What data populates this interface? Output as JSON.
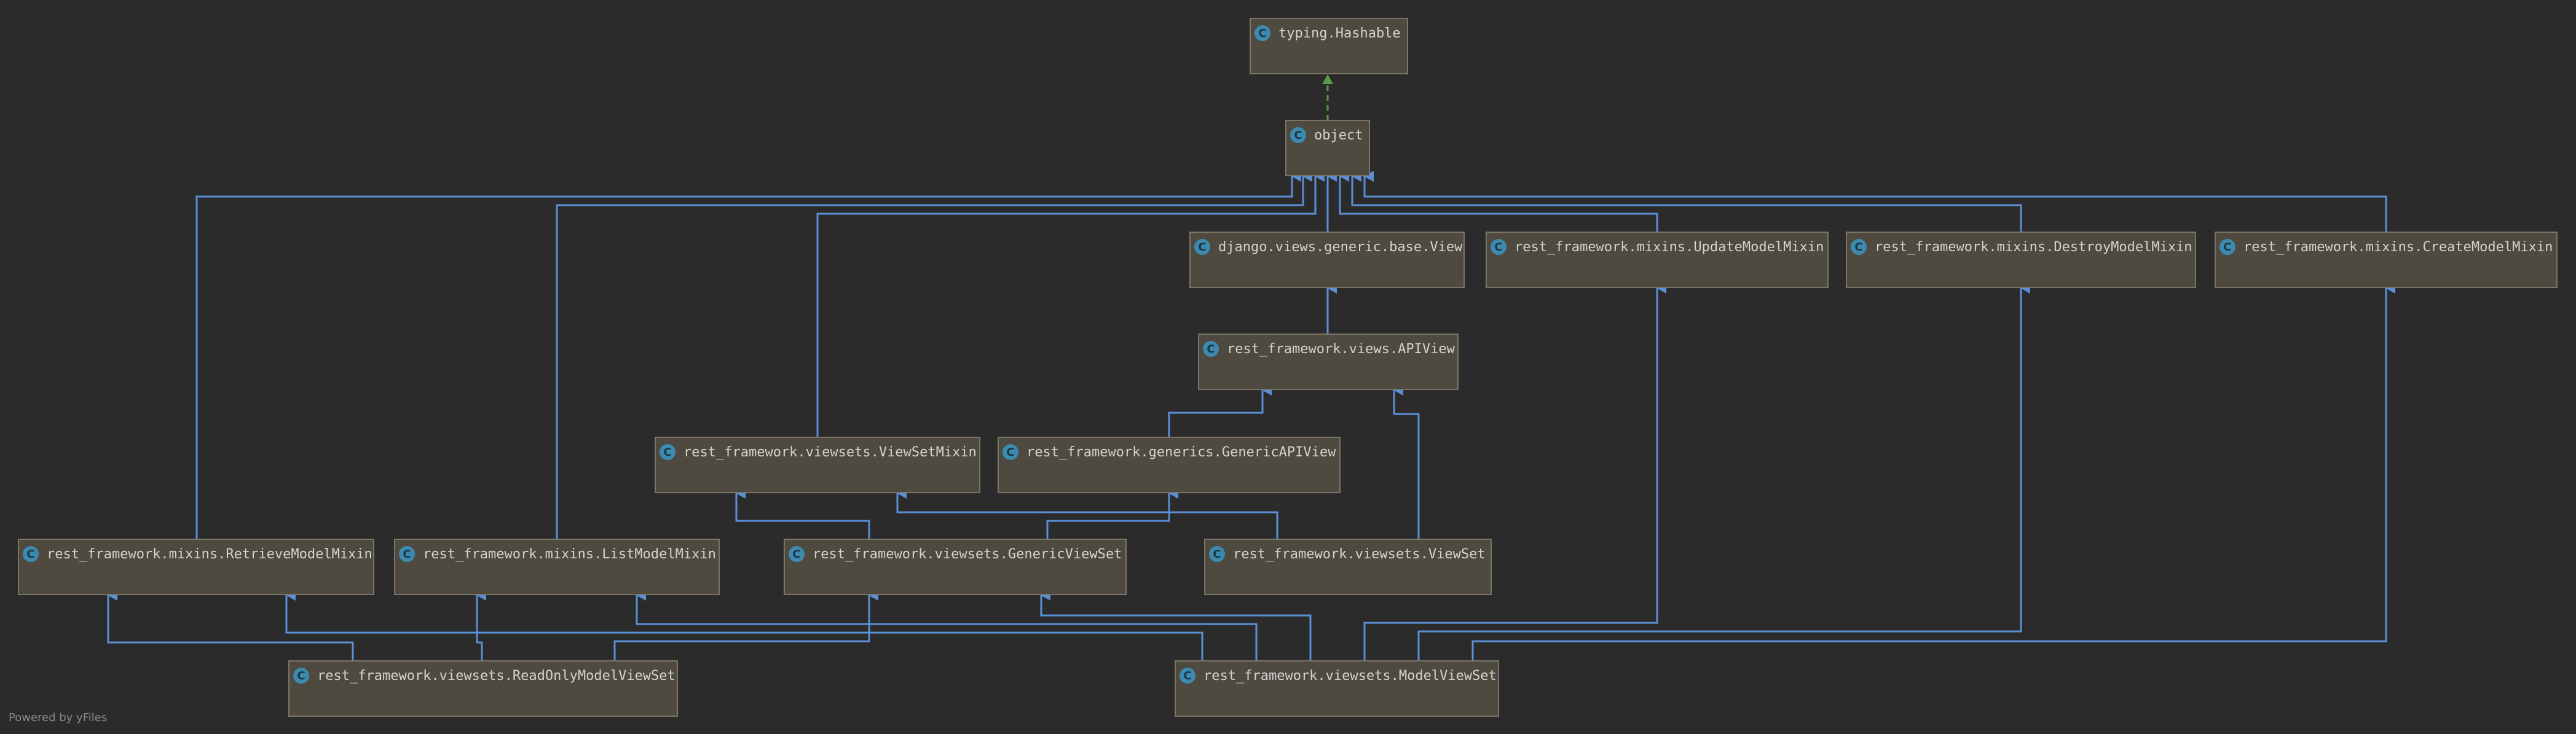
{
  "diagram": {
    "nodes": [
      {
        "id": "hashable",
        "label": "typing.Hashable",
        "kind": "class",
        "icon": "class-icon"
      },
      {
        "id": "object",
        "label": "object",
        "kind": "class",
        "icon": "class-icon"
      },
      {
        "id": "view",
        "label": "django.views.generic.base.View",
        "kind": "class",
        "icon": "class-icon"
      },
      {
        "id": "update",
        "label": "rest_framework.mixins.UpdateModelMixin",
        "kind": "class",
        "icon": "class-icon"
      },
      {
        "id": "destroy",
        "label": "rest_framework.mixins.DestroyModelMixin",
        "kind": "class",
        "icon": "class-icon"
      },
      {
        "id": "create",
        "label": "rest_framework.mixins.CreateModelMixin",
        "kind": "class",
        "icon": "class-icon"
      },
      {
        "id": "apiview",
        "label": "rest_framework.views.APIView",
        "kind": "class",
        "icon": "class-icon"
      },
      {
        "id": "viewsetmixin",
        "label": "rest_framework.viewsets.ViewSetMixin",
        "kind": "class",
        "icon": "class-icon"
      },
      {
        "id": "genericapiview",
        "label": "rest_framework.generics.GenericAPIView",
        "kind": "class",
        "icon": "class-icon"
      },
      {
        "id": "retrieve",
        "label": "rest_framework.mixins.RetrieveModelMixin",
        "kind": "class",
        "icon": "class-icon"
      },
      {
        "id": "list",
        "label": "rest_framework.mixins.ListModelMixin",
        "kind": "class",
        "icon": "class-icon"
      },
      {
        "id": "genericviewset",
        "label": "rest_framework.viewsets.GenericViewSet",
        "kind": "class",
        "icon": "class-icon"
      },
      {
        "id": "viewset",
        "label": "rest_framework.viewsets.ViewSet",
        "kind": "class",
        "icon": "class-icon"
      },
      {
        "id": "readonly",
        "label": "rest_framework.viewsets.ReadOnlyModelViewSet",
        "kind": "class",
        "icon": "class-icon"
      },
      {
        "id": "modelviewset",
        "label": "rest_framework.viewsets.ModelViewSet",
        "kind": "class",
        "icon": "class-icon"
      }
    ],
    "edges": [
      {
        "from": "object",
        "to": "hashable",
        "kind": "implements"
      },
      {
        "from": "view",
        "to": "object",
        "kind": "extends"
      },
      {
        "from": "update",
        "to": "object",
        "kind": "extends"
      },
      {
        "from": "destroy",
        "to": "object",
        "kind": "extends"
      },
      {
        "from": "create",
        "to": "object",
        "kind": "extends"
      },
      {
        "from": "viewsetmixin",
        "to": "object",
        "kind": "extends"
      },
      {
        "from": "retrieve",
        "to": "object",
        "kind": "extends"
      },
      {
        "from": "list",
        "to": "object",
        "kind": "extends"
      },
      {
        "from": "apiview",
        "to": "view",
        "kind": "extends"
      },
      {
        "from": "genericapiview",
        "to": "apiview",
        "kind": "extends"
      },
      {
        "from": "viewset",
        "to": "apiview",
        "kind": "extends"
      },
      {
        "from": "genericviewset",
        "to": "viewsetmixin",
        "kind": "extends"
      },
      {
        "from": "viewset",
        "to": "viewsetmixin",
        "kind": "extends"
      },
      {
        "from": "genericviewset",
        "to": "genericapiview",
        "kind": "extends"
      },
      {
        "from": "readonly",
        "to": "retrieve",
        "kind": "extends"
      },
      {
        "from": "readonly",
        "to": "list",
        "kind": "extends"
      },
      {
        "from": "readonly",
        "to": "genericviewset",
        "kind": "extends"
      },
      {
        "from": "modelviewset",
        "to": "retrieve",
        "kind": "extends"
      },
      {
        "from": "modelviewset",
        "to": "list",
        "kind": "extends"
      },
      {
        "from": "modelviewset",
        "to": "genericviewset",
        "kind": "extends"
      },
      {
        "from": "modelviewset",
        "to": "update",
        "kind": "extends"
      },
      {
        "from": "modelviewset",
        "to": "destroy",
        "kind": "extends"
      },
      {
        "from": "modelviewset",
        "to": "create",
        "kind": "extends"
      }
    ]
  },
  "colors": {
    "background": "#2b2b2b",
    "node_fill": "#4f4a3f",
    "node_border": "#7b7566",
    "node_text": "#d2d2d2",
    "class_icon": "#3d8ab0",
    "edge_extends": "#5b8fd6",
    "edge_implements": "#5a9a4a"
  },
  "footer": {
    "text": "Powered by yFiles"
  }
}
